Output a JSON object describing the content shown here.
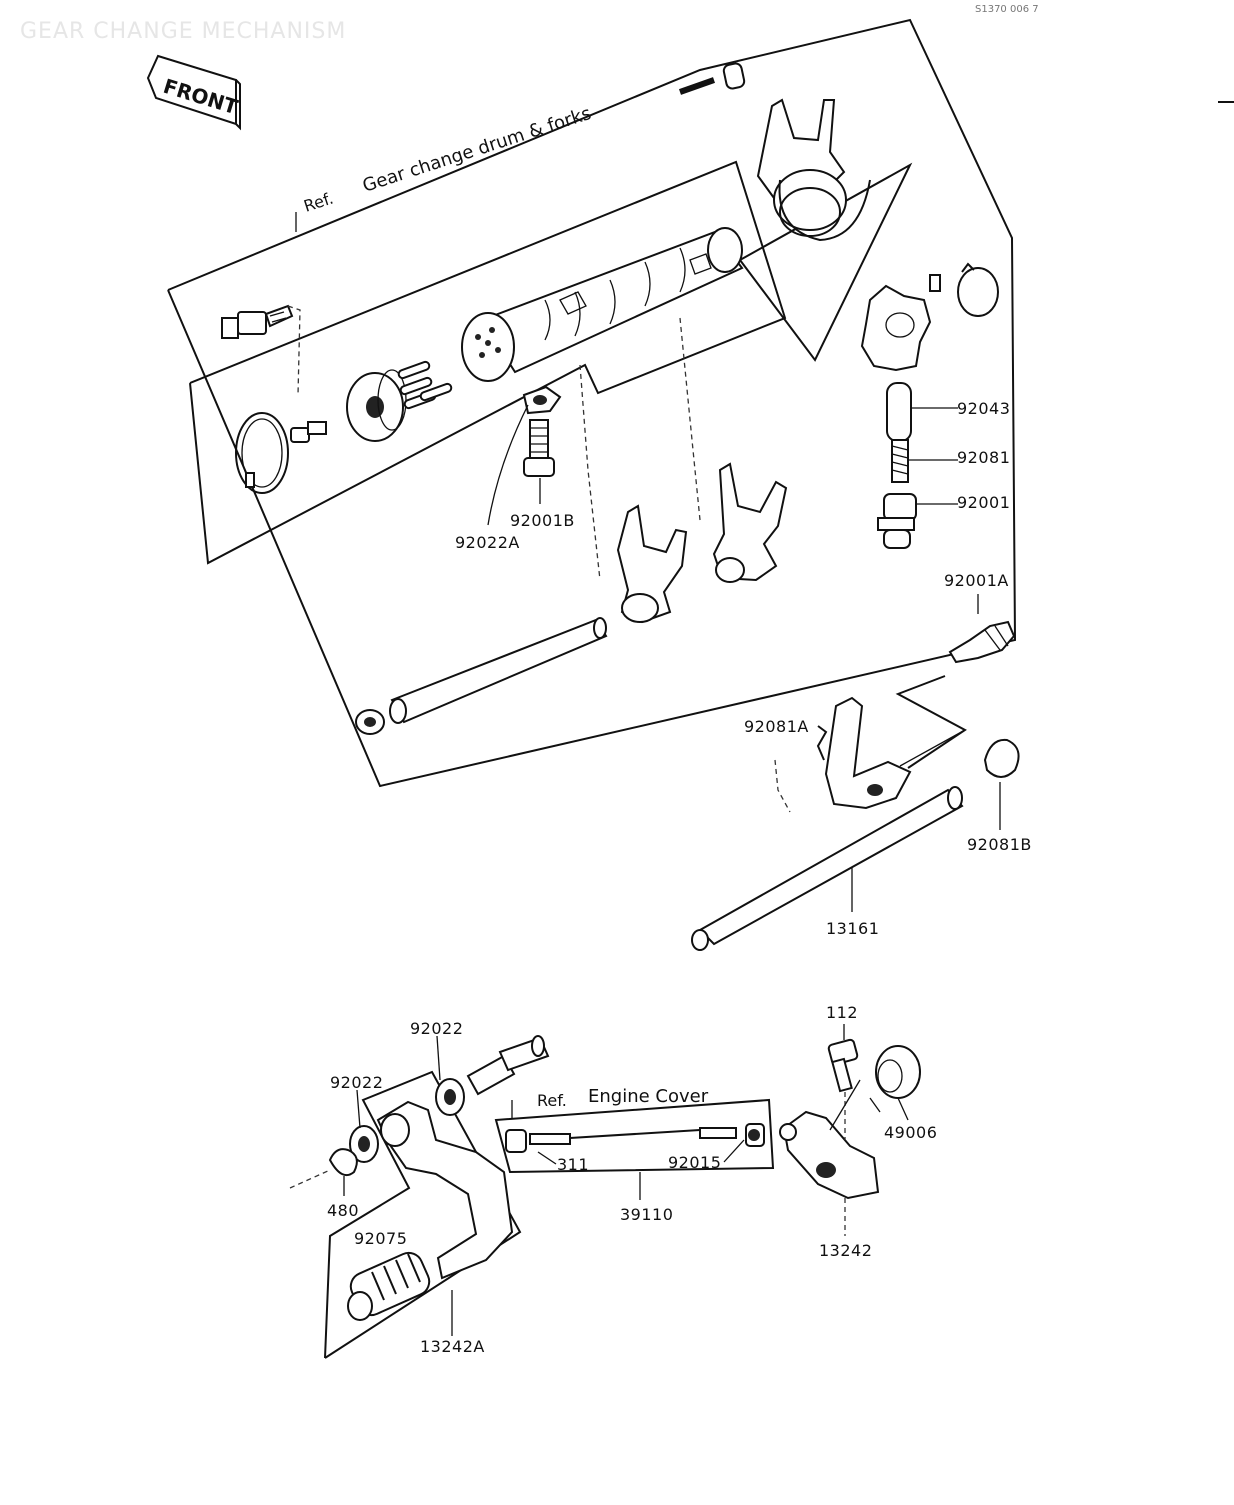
{
  "header": {
    "title": "GEAR CHANGE MECHANISM",
    "code": "S1370 006 7"
  },
  "front_badge": "FRONT",
  "refs": {
    "drum": "Ref.",
    "drum_text": "Gear change drum & forks",
    "cover": "Ref.",
    "cover_text": "Engine Cover"
  },
  "labels": {
    "p92043": "92043",
    "p92081": "92081",
    "p92001": "92001",
    "p92001A": "92001A",
    "p92001B": "92001B",
    "p92022A": "92022A",
    "p92081A": "92081A",
    "p92081B": "92081B",
    "p13161": "13161",
    "p112": "112",
    "p49006": "49006",
    "p92022_top": "92022",
    "p92022_left": "92022",
    "p480": "480",
    "p311": "311",
    "p92015": "92015",
    "p39110": "39110",
    "p13242": "13242",
    "p92075": "92075",
    "p13242A": "13242A"
  }
}
